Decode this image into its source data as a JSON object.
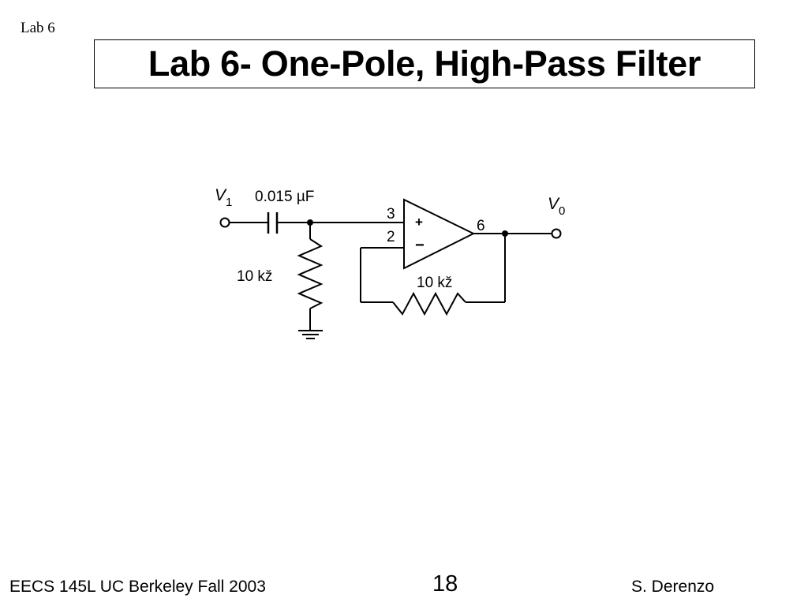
{
  "slide": {
    "corner_label": "Lab 6",
    "title": "Lab 6-  One-Pole, High-Pass Filter"
  },
  "schematic": {
    "input_label": {
      "base": "V",
      "sub": "1"
    },
    "output_label": {
      "base": "V",
      "sub": "0"
    },
    "capacitor_label": "0.015 µF",
    "resistor_to_ground_label": "10 kž",
    "feedback_resistor_label": "10 kž",
    "pin_noninverting": "3",
    "pin_inverting": "2",
    "pin_output": "6",
    "plus_sign": "+",
    "minus_sign": "−"
  },
  "footer": {
    "left": "EECS 145L UC Berkeley Fall 2003",
    "center": "18",
    "right": "S. Derenzo"
  },
  "colors": {
    "background": "#ffffff",
    "ink": "#000000"
  }
}
